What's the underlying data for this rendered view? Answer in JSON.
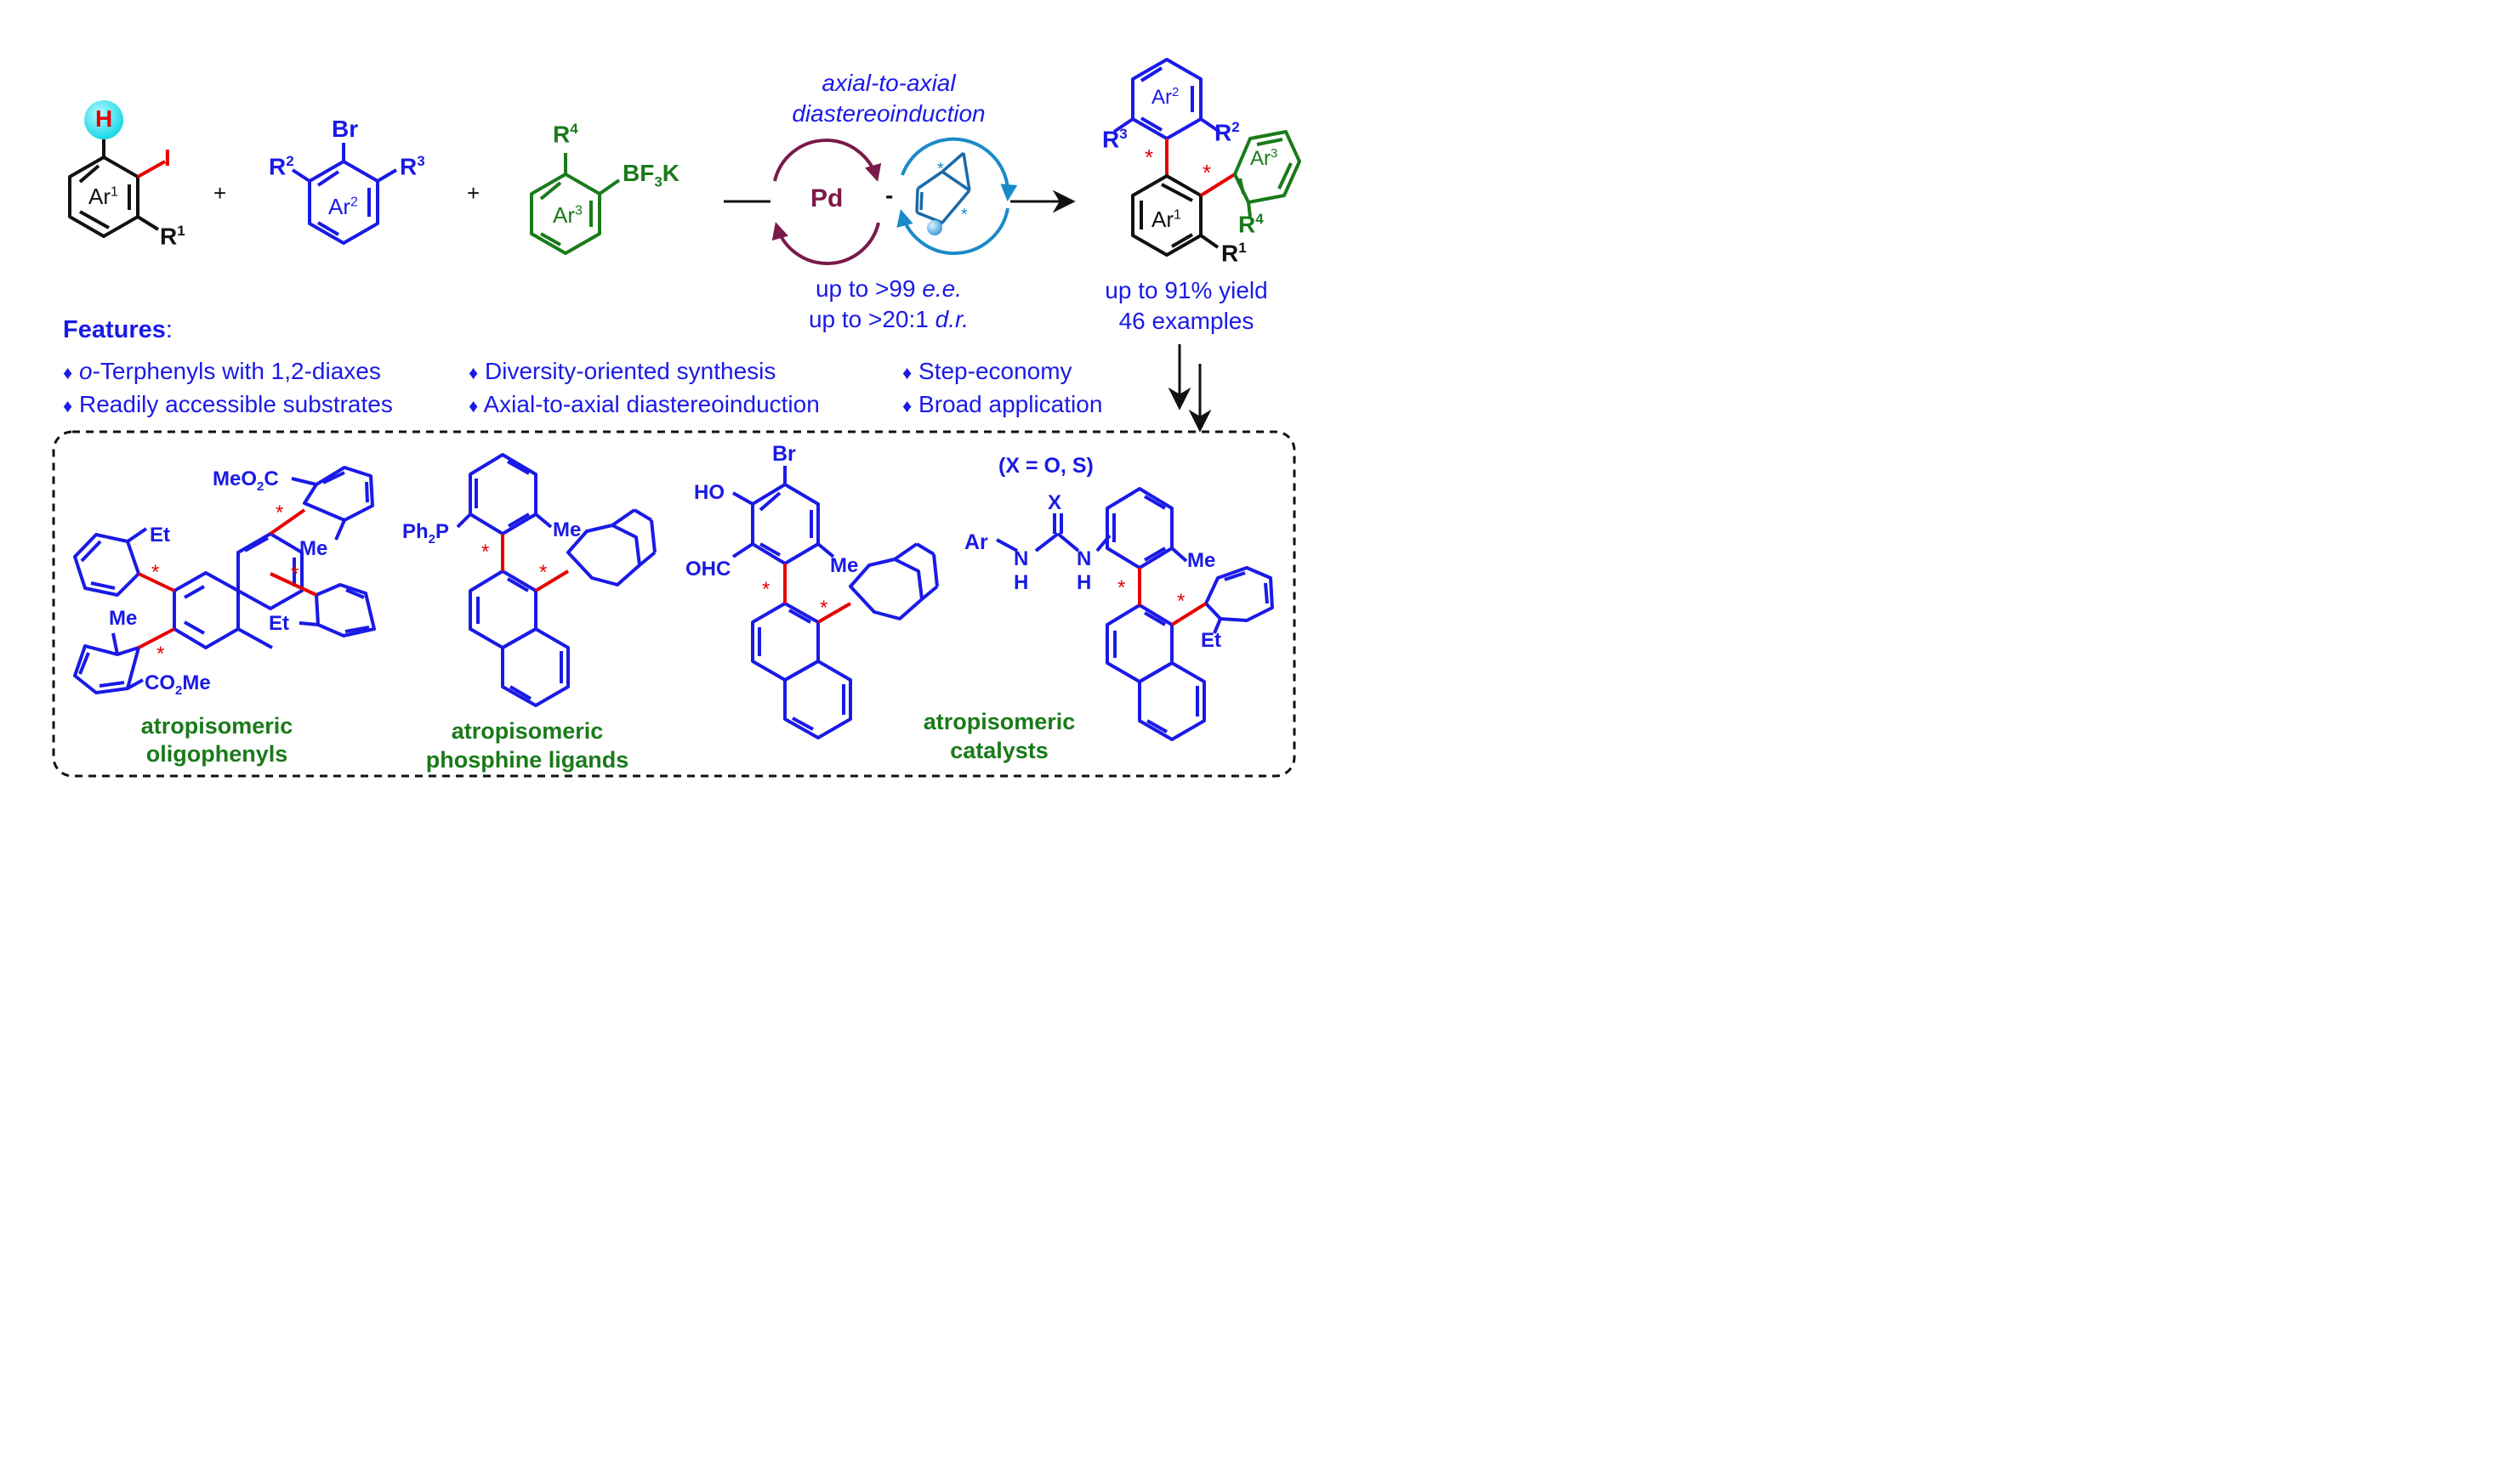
{
  "colors": {
    "black": "#111111",
    "blue": "#1a1ae6",
    "green": "#1a7a1a",
    "red": "#e60000",
    "cyan_highlight": "#2ee6ee",
    "pd_cycle": "#7a1a4a",
    "nbe_cycle": "#1a8ac8"
  },
  "reagents": {
    "ar1_label": "Ar",
    "ar1_sup": "1",
    "h_label": "H",
    "i_label": "I",
    "r1_label": "R",
    "r1_sup": "1",
    "br_label": "Br",
    "r2_label": "R",
    "r2_sup": "2",
    "r3_label": "R",
    "r3_sup": "3",
    "ar2_label": "Ar",
    "ar2_sup": "2",
    "r4_label": "R",
    "r4_sup": "4",
    "bf3k_pre": "BF",
    "bf3k_sub": "3",
    "bf3k_post": "K",
    "ar3_label": "Ar",
    "ar3_sup": "3",
    "plus": "+"
  },
  "catalysis": {
    "title_line1": "axial-to-axial",
    "title_line2": "diastereoinduction",
    "pd_label": "Pd",
    "dash": "-",
    "star": "*",
    "ee_pre": "up to >99 ",
    "ee_italic": "e.e.",
    "dr_pre": "up to >20:1 ",
    "dr_italic": "d.r."
  },
  "product": {
    "yield": "up to 91% yield",
    "examples": "46 examples"
  },
  "features": {
    "heading": "Features",
    "colon": ":",
    "bullet": "♦",
    "items": {
      "f1_italic": "o",
      "f1_rest": "-Terphenyls  with 1,2-diaxes",
      "f2": "Diversity-oriented  synthesis",
      "f3": "Step-economy",
      "f4": "Readily accessible substrates",
      "f5": "Axial-to-axial  diastereoinduction",
      "f6": "Broad application"
    }
  },
  "applications": {
    "oligo": {
      "meo2c_pre": "MeO",
      "meo2c_sub": "2",
      "meo2c_post": "C",
      "et": "Et",
      "me": "Me",
      "co2me_pre": "CO",
      "co2me_sub": "2",
      "co2me_post": "Me",
      "caption_line1": "atropisomeric",
      "caption_line2": "oligophenyls"
    },
    "phosphine": {
      "ph2p_pre": "Ph",
      "ph2p_sub": "2",
      "ph2p_post": "P",
      "me": "Me",
      "caption_line1": "atropisomeric",
      "caption_line2": "phosphine ligands"
    },
    "aldehyde": {
      "br": "Br",
      "ho": "HO",
      "ohc": "OHC",
      "me": "Me"
    },
    "catalyst": {
      "x_note": "(X = O, S)",
      "x": "X",
      "ar": "Ar",
      "n": "N",
      "h": "H",
      "me": "Me",
      "et": "Et",
      "caption_line1": "atropisomeric",
      "caption_line2": "catalysts"
    }
  }
}
